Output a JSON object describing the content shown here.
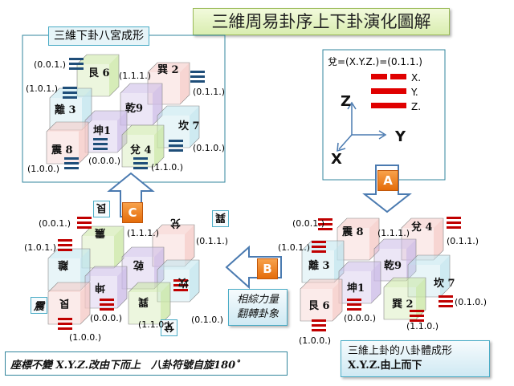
{
  "title": "三維周易卦序上下卦演化圖解",
  "panels": {
    "top_left": {
      "label": "三維下卦八宮成形",
      "names": {
        "gen": "艮",
        "gen_n": "6",
        "xun": "巽",
        "xun_n": "2",
        "li": "離",
        "li_n": "3",
        "qian": "乾9",
        "kun": "坤1",
        "kan": "坎",
        "kan_n": "7",
        "zhen": "震",
        "zhen_n": "8",
        "dui": "兌",
        "dui_n": "4"
      },
      "coords": [
        "(0.0.1.)",
        "(1.1.1.)",
        "(0.1.1.)",
        "(1.0.1.)",
        "(0.1.0.)",
        "(0.0.0.)",
        "(1.0.0.)",
        "(1.1.0.)"
      ]
    },
    "axes": {
      "formula": "兌=(X.Y.Z.)=(0.1.1.)",
      "line_labels": [
        "X.",
        "Y.",
        "Z."
      ],
      "z": "Z",
      "y": "Y",
      "x": "X"
    },
    "bottom_left": {
      "names": {
        "gen": "艮",
        "xun": "巽",
        "zhen_top": "震",
        "li": "離",
        "kun": "坤",
        "qian": "乾",
        "kan": "坎",
        "dui": "兌",
        "gen2": "艮",
        "zhen": "震"
      },
      "coords": [
        "(0.0.1.)",
        "(1.1.1.)",
        "(0.1.1.)",
        "(1.0.1.)",
        "(0.0.0.)",
        "(0.1.0.)",
        "(1.0.0.)",
        "(1.1.0.)"
      ]
    },
    "bottom_right": {
      "names": {
        "zhen": "震",
        "zhen_n": "8",
        "dui": "兌",
        "dui_n": "4",
        "li": "離",
        "li_n": "3",
        "qian": "乾9",
        "kun": "坤1",
        "kan": "坎",
        "kan_n": "7",
        "gen": "艮",
        "gen_n": "6",
        "xun": "巽",
        "xun_n": "2"
      },
      "coords": [
        "(0.0.1.)",
        "(1.1.1.)",
        "(0.1.1.)",
        "(1.0.1.)",
        "(0.0.0.)",
        "(0.1.0.)",
        "(1.0.0.)",
        "(1.1.0.)"
      ]
    }
  },
  "badges": {
    "a": "A",
    "b": "B",
    "c": "C"
  },
  "caption_b": [
    "相綜力量",
    "翻轉卦象"
  ],
  "caption_right": [
    "三維上卦的八卦體成形",
    "X.Y.Z.由上而下"
  ],
  "note_bottom": "座標不變 X.Y.Z.改由下而上　八卦符號自旋180゜",
  "colors": {
    "trigram_blue": "#1f4e79",
    "trigram_red": "#c00000",
    "accent": "#e46c0a",
    "border": "#31859c"
  }
}
